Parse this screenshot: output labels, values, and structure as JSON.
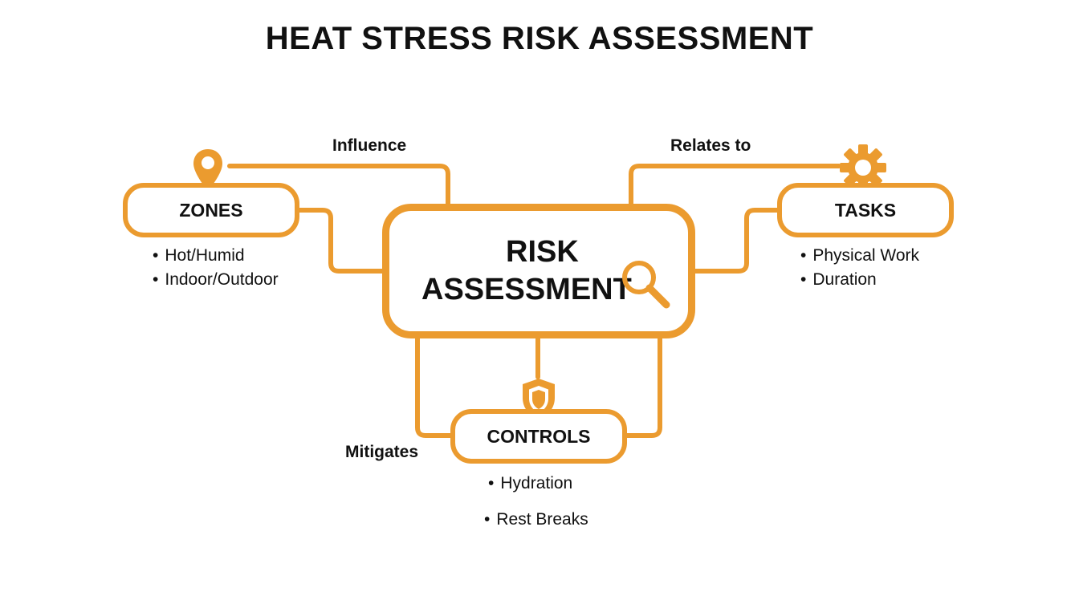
{
  "title": "HEAT STRESS RISK ASSESSMENT",
  "accent_color": "#EB9B2F",
  "center": {
    "line1": "RISK",
    "line2": "ASSESSMENT",
    "icon": "magnifier-icon"
  },
  "zones": {
    "label": "ZONES",
    "icon": "location-pin-icon",
    "items": [
      "Hot/Humid",
      "Indoor/Outdoor"
    ]
  },
  "tasks": {
    "label": "TASKS",
    "icon": "gear-icon",
    "items": [
      "Physical Work",
      "Duration"
    ]
  },
  "controls": {
    "label": "CONTROLS",
    "icon": "shield-icon",
    "items": [
      "Hydration",
      "Rest Breaks"
    ]
  },
  "edges": {
    "influence": "Influence",
    "relates_to": "Relates to",
    "mitigates": "Mitigates"
  }
}
